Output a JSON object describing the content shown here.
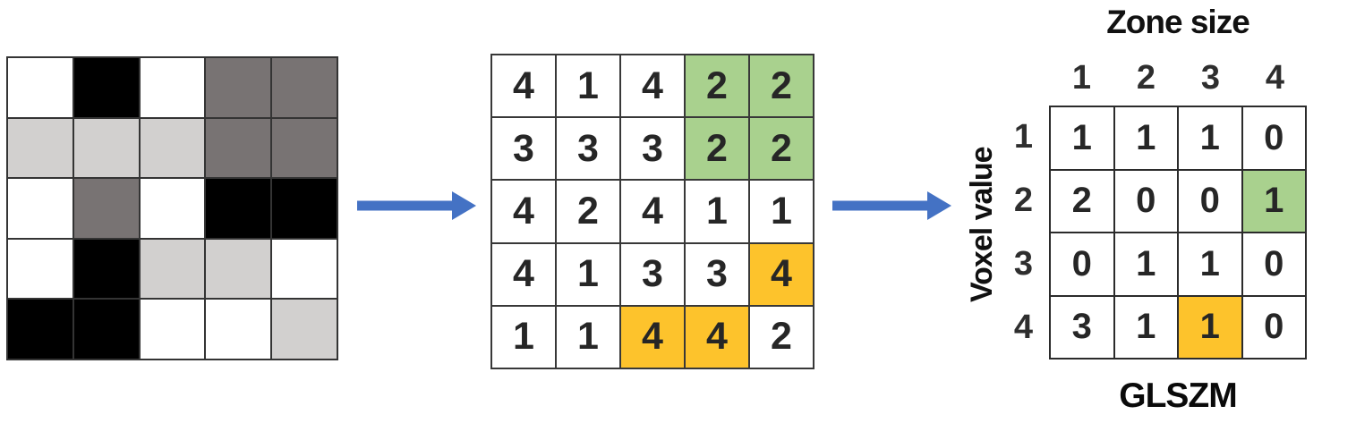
{
  "palette": {
    "white": "#ffffff",
    "black": "#000000",
    "dark_gray": "#787373",
    "light_gray": "#d2d0cf",
    "green": "#a9d18e",
    "orange": "#fdc32c",
    "arrow_blue": "#4472c4"
  },
  "left_image": {
    "shades": [
      [
        "white",
        "black",
        "white",
        "dark_gray",
        "dark_gray"
      ],
      [
        "light_gray",
        "light_gray",
        "light_gray",
        "dark_gray",
        "dark_gray"
      ],
      [
        "white",
        "dark_gray",
        "white",
        "black",
        "black"
      ],
      [
        "white",
        "black",
        "light_gray",
        "light_gray",
        "white"
      ],
      [
        "black",
        "black",
        "white",
        "white",
        "light_gray"
      ]
    ]
  },
  "value_matrix": {
    "values": [
      [
        4,
        1,
        4,
        2,
        2
      ],
      [
        3,
        3,
        3,
        2,
        2
      ],
      [
        4,
        2,
        4,
        1,
        1
      ],
      [
        4,
        1,
        3,
        3,
        4
      ],
      [
        1,
        1,
        4,
        4,
        2
      ]
    ],
    "green_cells": [
      [
        0,
        3
      ],
      [
        0,
        4
      ],
      [
        1,
        3
      ],
      [
        1,
        4
      ]
    ],
    "orange_cells": [
      [
        3,
        4
      ],
      [
        4,
        2
      ],
      [
        4,
        3
      ]
    ]
  },
  "glszm": {
    "title": "Zone size",
    "row_axis_label": "Voxel value",
    "caption": "GLSZM",
    "col_headers": [
      "1",
      "2",
      "3",
      "4"
    ],
    "row_headers": [
      "1",
      "2",
      "3",
      "4"
    ],
    "values": [
      [
        1,
        1,
        1,
        0
      ],
      [
        2,
        0,
        0,
        1
      ],
      [
        0,
        1,
        1,
        0
      ],
      [
        3,
        1,
        1,
        0
      ]
    ],
    "green_cells": [
      [
        1,
        3
      ]
    ],
    "orange_cells": [
      [
        3,
        2
      ]
    ]
  }
}
